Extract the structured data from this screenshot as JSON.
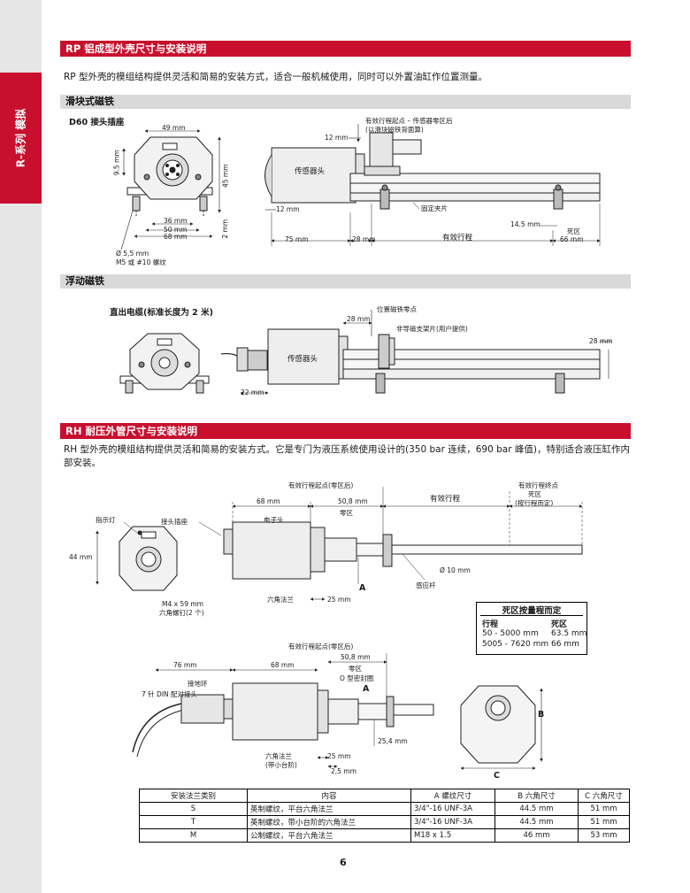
{
  "sidebar": {
    "tab": "R-系列 模拟"
  },
  "sections": {
    "rp_title": "RP 铝成型外壳尺寸与安装说明",
    "rp_desc": "RP 型外壳的模组结构提供灵活和简易的安装方式，适合一般机械使用，同时可以外置油缸作位置测量。",
    "slide_title": "滑块式磁铁",
    "float_title": "浮动磁铁",
    "rh_title": "RH 耐压外管尺寸与安装说明",
    "rh_desc": "RH 型外壳的模组结构提供灵活和简易的安装方式。它是专门为液压系统使用设计的(350 bar 连续，690 bar 峰值)，特别适合液压缸作内部安装。"
  },
  "slide": {
    "d60": "D60 接头插座",
    "dim49": "49 mm",
    "dim95": "9.5 mm",
    "dim45": "45 mm",
    "dim2": "2 mm",
    "dim36": "36 mm",
    "dim50": "50 mm",
    "dim68": "68 mm",
    "dia": "Ø 5,5 mm",
    "screw": "M5 或 #10 螺纹",
    "dim12a": "12 mm",
    "dim12b": "12 mm",
    "start1": "有效行程起点 – 传感器零区后",
    "start2": "(以滑块磁铁背面算)",
    "head": "传感器头",
    "clamp": "固定夹片",
    "dim145": "14.5 mm",
    "dead": "死区",
    "dim75": "75 mm",
    "dim28": "28 mm",
    "stroke": "有效行程",
    "dim66": "66 mm"
  },
  "float": {
    "cable": "直出电缆(标准长度为 2 米)",
    "dim28a": "28 mm",
    "zero": "位置磁铁零点",
    "bracket": "非导磁支架片(用户提供)",
    "head": "传感器头",
    "dim28b": "28 mm",
    "dim22": "22 mm"
  },
  "rh": {
    "start": "有效行程起点(零区后)",
    "dim68": "68 mm",
    "dim508": "50,8 mm",
    "zero": "零区",
    "stroke": "有效行程",
    "end1": "有效行程终点",
    "end2": "死区",
    "end3": "(按行程而定)",
    "lamp": "指示灯",
    "socket": "接头插座",
    "ehead": "电子头",
    "dim44": "44 mm",
    "A": "A",
    "dia10": "Ø 10 mm",
    "rod": "感应杆",
    "flange": "六角法兰",
    "dim25": "25 mm",
    "m4": "M4 x 59 mm",
    "hexscrew": "六角螺钉(2 个)"
  },
  "deadzone": {
    "title": "死区按量程而定",
    "h1": "行程",
    "h2": "死区",
    "r1a": "50 - 5000 mm",
    "r1b": "63.5 mm",
    "r2a": "5005 - 7620 mm",
    "r2b": "66 mm"
  },
  "rh2": {
    "start": "有效行程起点(零区后)",
    "dim76": "76 mm",
    "dim68": "68 mm",
    "dim508": "50,8 mm",
    "zero": "零区",
    "oring": "O 型密封圈",
    "A": "A",
    "ground": "接地环",
    "din": "7 针 DIN 配对接头",
    "dim254": "25,4 mm",
    "flange1": "六角法兰",
    "flange2": "(带小台阶)",
    "dim25": "25 mm",
    "dim25b": "2,5 mm",
    "B": "B",
    "C": "C"
  },
  "table": {
    "headers": [
      "安装法兰类别",
      "内容",
      "A 螺纹尺寸",
      "B 六角尺寸",
      "C 六角尺寸"
    ],
    "rows": [
      [
        "S",
        "英制螺纹，平台六角法兰",
        "3/4\"-16 UNF-3A",
        "44.5 mm",
        "51 mm"
      ],
      [
        "T",
        "英制螺纹，带小台阶的六角法兰",
        "3/4\"-16 UNF-3A",
        "44.5 mm",
        "51 mm"
      ],
      [
        "M",
        "公制螺纹，平台六角法兰",
        "M18 x 1.5",
        "46 mm",
        "53 mm"
      ]
    ]
  },
  "page": {
    "number": "6"
  }
}
